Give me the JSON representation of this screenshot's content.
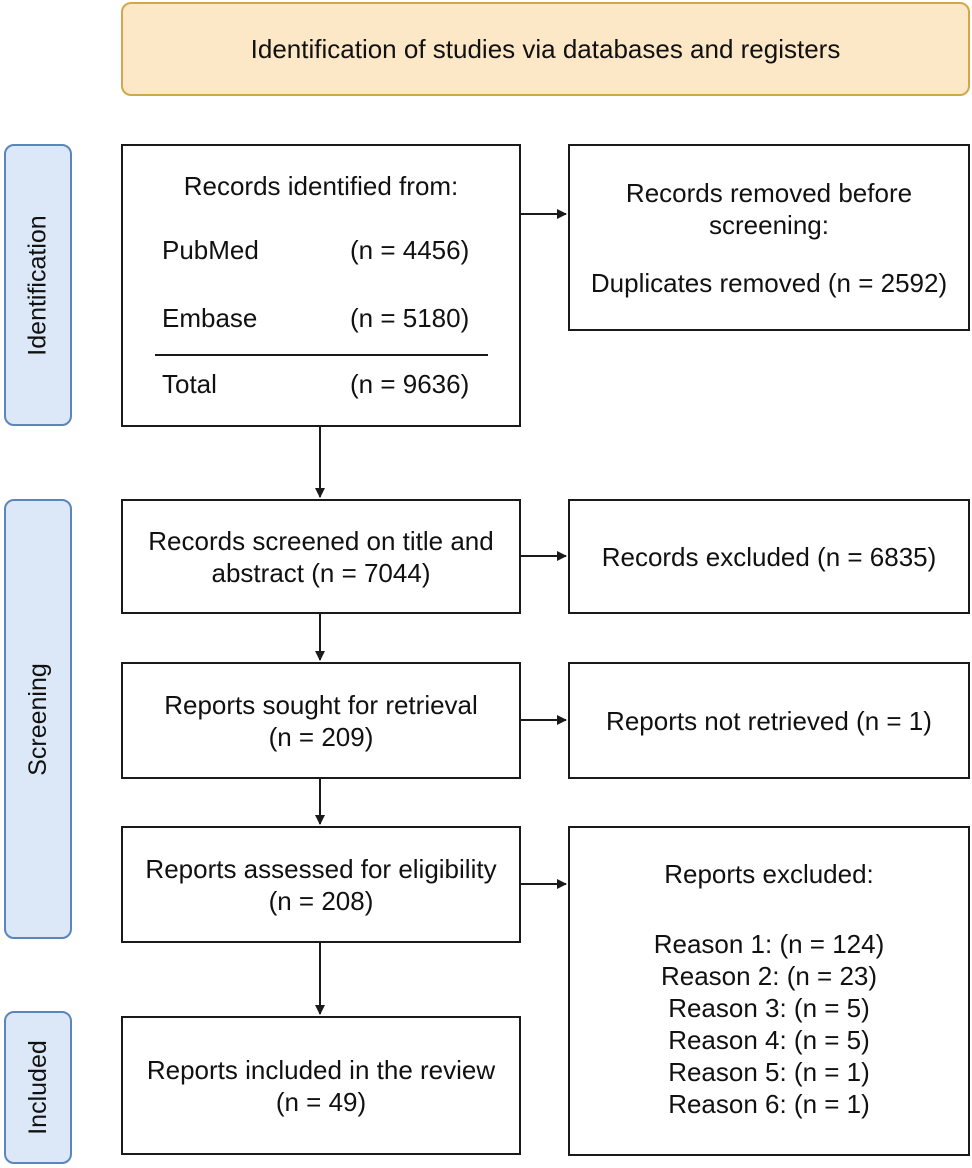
{
  "header": {
    "title": "Identification of studies via databases and registers"
  },
  "phases": {
    "identification": "Identification",
    "screening": "Screening",
    "included": "Included"
  },
  "identified": {
    "title": "Records identified from:",
    "sources": [
      {
        "name": "PubMed",
        "count": "(n = 4456)"
      },
      {
        "name": "Embase",
        "count": "(n = 5180)"
      }
    ],
    "total": {
      "name": "Total",
      "count": "(n = 9636)"
    }
  },
  "removed": {
    "title": "Records removed before screening:",
    "detail": "Duplicates removed (n = 2592)"
  },
  "screened": {
    "text": "Records screened on title and abstract (n = 7044)"
  },
  "excluded_records": {
    "text": "Records excluded (n = 6835)"
  },
  "sought": {
    "line1": "Reports sought for retrieval",
    "line2": "(n = 209)"
  },
  "not_retrieved": {
    "text": "Reports not retrieved (n = 1)"
  },
  "assessed": {
    "line1": "Reports assessed for eligibility",
    "line2": "(n = 208)"
  },
  "reports_excluded": {
    "title": "Reports excluded:",
    "reasons": [
      "Reason 1: (n = 124)",
      "Reason 2: (n = 23)",
      "Reason 3: (n = 5)",
      "Reason 4: (n = 5)",
      "Reason 5: (n = 1)",
      "Reason 6: (n = 1)"
    ]
  },
  "included": {
    "line1": "Reports included in the review",
    "line2": "(n = 49)"
  }
}
